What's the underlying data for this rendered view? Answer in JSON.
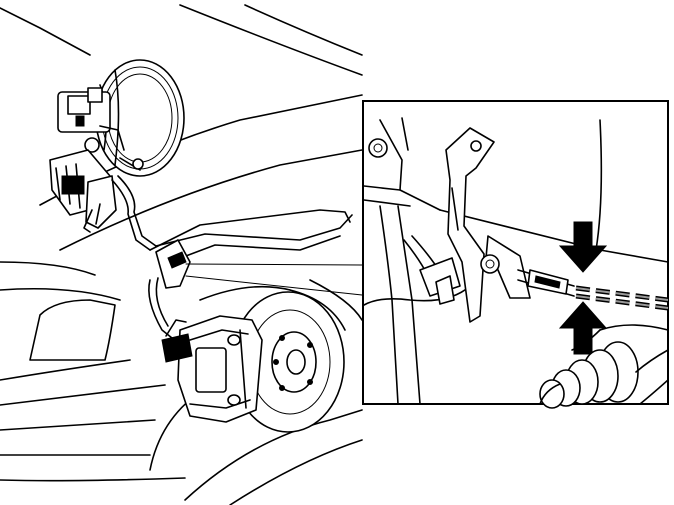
{
  "figure": {
    "style": "line-art",
    "colors": {
      "ink": "#000000",
      "paper": "#ffffff",
      "dash_grey": "#999999"
    },
    "parts": [
      "brake-booster",
      "master-cylinder",
      "abs-hydraulic-unit",
      "brake-line",
      "brake-caliper",
      "brake-disc",
      "wheel-sensor-cable",
      "cable-bracket",
      "connector-plug",
      "drive-shaft-boot"
    ],
    "arrows": {
      "count": 2,
      "directions": [
        "down",
        "up"
      ]
    },
    "detail_view": {
      "present": true
    }
  }
}
